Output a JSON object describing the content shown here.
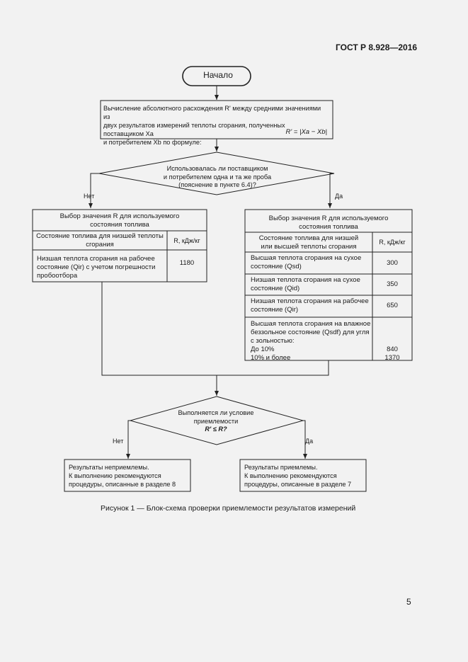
{
  "header": {
    "doc_code": "ГОСТ Р 8.928—2016"
  },
  "start": {
    "label": "Начало"
  },
  "calc_box": {
    "lines": [
      "Вычисление абсолютного расхождения R' между средними значениями из",
      "двух результатов измерений теплоты сгорания, полученных поставщиком Xa",
      "и потребителем Xb по формуле:"
    ],
    "formula": "R' = |Xa − Xb|"
  },
  "decision1": {
    "lines": [
      "Использовалась ли поставщиком",
      "и потребителем одна и та же проба",
      "(пояснение в пункте 6.4)?"
    ],
    "no_label": "Нет",
    "yes_label": "Да"
  },
  "left_table": {
    "title_lines": [
      "Выбор значения R для используемого",
      "состояния топлива"
    ],
    "col1_header": "Состояние топлива для низшей теплоты сгорания",
    "col2_header": "R, кДж/кг",
    "row_text_lines": [
      "Низшая теплота сгорания на рабочее",
      "состояние (Qir) с учетом погрешности",
      "пробоотбора"
    ],
    "row_value": "1180"
  },
  "right_table": {
    "title_lines": [
      "Выбор значения R для используемого",
      "состояния топлива"
    ],
    "col1_header_lines": [
      "Состояние топлива для низшей",
      "или высшей теплоты сгорания"
    ],
    "col2_header": "R, кДж/кг",
    "rows": [
      {
        "lines": [
          "Высшая теплота сгорания на сухое",
          "состояние (Qsd)"
        ],
        "value": "300"
      },
      {
        "lines": [
          "Низшая теплота сгорания на сухое",
          "состояние (Qid)"
        ],
        "value": "350"
      },
      {
        "lines": [
          "Низшая теплота сгорания на рабочее",
          "состояние (Qir)"
        ],
        "value": "650"
      }
    ],
    "last_row_lines": [
      "Высшая теплота сгорания на влажное",
      "беззольное состояние (Qsdf) для угля",
      "с зольностью:"
    ],
    "last_row_sub": [
      {
        "label": "До 10%",
        "value": "840"
      },
      {
        "label": "10% и более",
        "value": "1370"
      }
    ]
  },
  "decision2": {
    "lines": [
      "Выполняется ли условие",
      "приемлемости",
      "R' ≤ R?"
    ],
    "no_label": "Нет",
    "yes_label": "Да"
  },
  "result_left": {
    "lines": [
      "Результаты неприемлемы.",
      "К выполнению рекомендуются",
      "процедуры, описанные в разделе 8"
    ]
  },
  "result_right": {
    "lines": [
      "Результаты приемлемы.",
      "К выполнению рекомендуются",
      "процедуры, описанные в разделе 7"
    ]
  },
  "caption": "Рисунок 1 — Блок-схема проверки приемлемости результатов измерений",
  "page_number": "5"
}
